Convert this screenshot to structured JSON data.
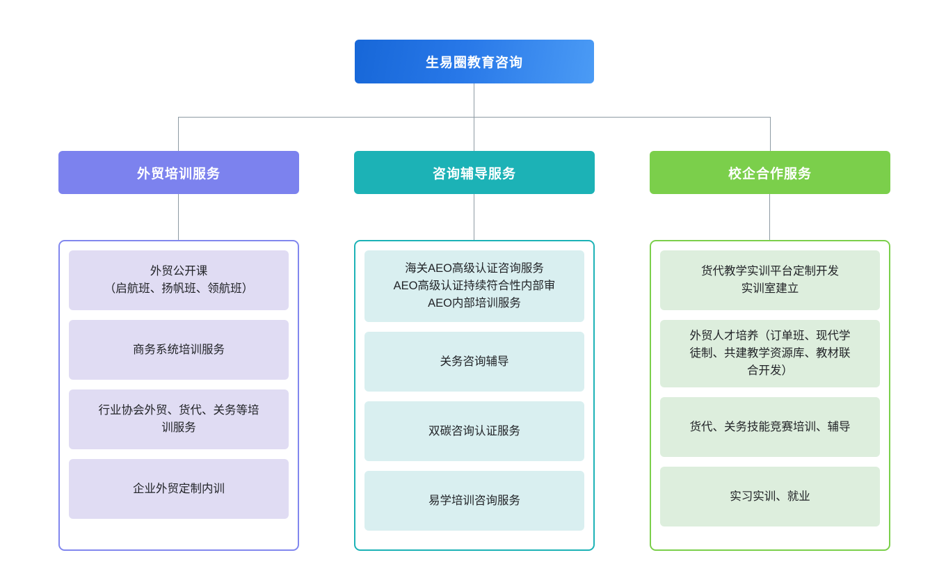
{
  "diagram": {
    "type": "organization-chart",
    "orientation": "top-down",
    "root": {
      "label": "生易圈教育咨询",
      "color": "#2878e8",
      "gradient_from": "#1767d8",
      "gradient_to": "#4b9bf5"
    },
    "connector_color": "#8d9aa3",
    "branches": [
      {
        "label": "外贸培训服务",
        "header_color": "#7c82ee",
        "border_color": "#8187ee",
        "item_color": "#e0dcf3",
        "items": [
          {
            "lines": [
              "外贸公开课",
              "（启航班、扬帆班、领航班）"
            ]
          },
          {
            "lines": [
              "商务系统培训服务"
            ]
          },
          {
            "lines": [
              "行业协会外贸、货代、关务等培",
              "训服务"
            ]
          },
          {
            "lines": [
              "企业外贸定制内训"
            ]
          }
        ]
      },
      {
        "label": "咨询辅导服务",
        "header_color": "#1cb2b6",
        "border_color": "#1cb2b6",
        "item_color": "#d9eff0",
        "items": [
          {
            "lines": [
              "海关AEO高级认证咨询服务",
              "AEO高级认证持续符合性内部审",
              "AEO内部培训服务"
            ]
          },
          {
            "lines": [
              "关务咨询辅导"
            ]
          },
          {
            "lines": [
              "双碳咨询认证服务"
            ]
          },
          {
            "lines": [
              "易学培训咨询服务"
            ]
          }
        ]
      },
      {
        "label": "校企合作服务",
        "header_color": "#7bcf4b",
        "border_color": "#7bcf4b",
        "item_color": "#ddeedd",
        "items": [
          {
            "lines": [
              "货代教学实训平台定制开发",
              "实训室建立"
            ]
          },
          {
            "lines": [
              "外贸人才培养（订单班、现代学",
              "徒制、共建教学资源库、教材联",
              "合开发）"
            ]
          },
          {
            "lines": [
              "货代、关务技能竞赛培训、辅导"
            ]
          },
          {
            "lines": [
              "实习实训、就业"
            ]
          }
        ]
      }
    ]
  }
}
